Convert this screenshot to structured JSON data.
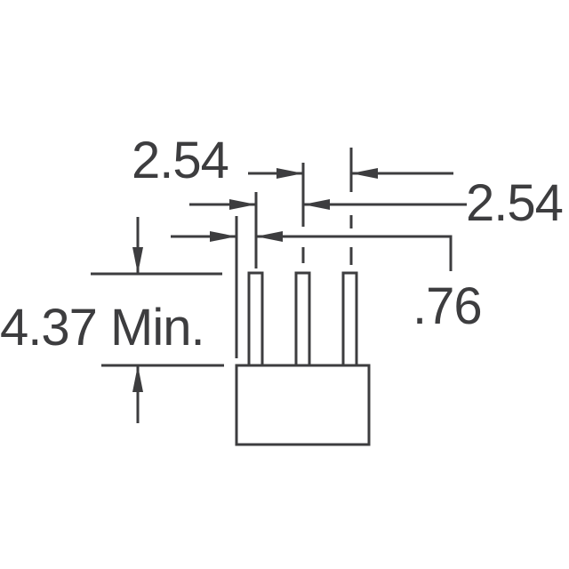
{
  "drawing": {
    "type": "mechanical-dimension-drawing",
    "subject": "3-pin through-hole component, side view",
    "line_color": "#3d3d3f",
    "background": "#ffffff",
    "units": "mm",
    "dimensions": {
      "pitch_top": {
        "label": "2.54",
        "description": "pin pitch between pin 2 and pin 3 centerlines"
      },
      "pitch_right": {
        "label": "2.54",
        "description": "pin pitch between pin 1 and pin 2"
      },
      "pin_width": {
        "label": ".76",
        "description": "pin width"
      },
      "lead_length": {
        "label": "4.37 Min.",
        "description": "minimum lead length above body"
      }
    },
    "pins": [
      {
        "id": 1
      },
      {
        "id": 2
      },
      {
        "id": 3
      }
    ]
  }
}
